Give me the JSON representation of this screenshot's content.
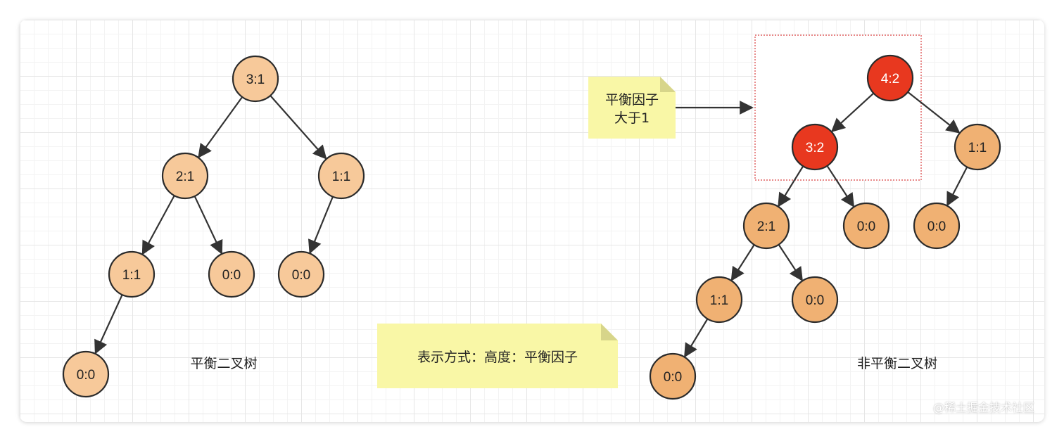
{
  "colors": {
    "node_light": "#f7c99a",
    "node_orange": "#f0b173",
    "node_red": "#e8381f",
    "note_bg": "#f9f7a6",
    "note_fold": "#d7d58a",
    "edge": "#333333",
    "highlight_border": "#d94040"
  },
  "trees": [
    {
      "id": "balanced",
      "caption": "平衡二叉树",
      "nodes": [
        {
          "id": "b_root",
          "label": "3:1",
          "style": "light"
        },
        {
          "id": "b_l",
          "label": "2:1",
          "style": "light"
        },
        {
          "id": "b_r",
          "label": "1:1",
          "style": "light"
        },
        {
          "id": "b_ll",
          "label": "1:1",
          "style": "light"
        },
        {
          "id": "b_lr",
          "label": "0:0",
          "style": "light"
        },
        {
          "id": "b_rl",
          "label": "0:0",
          "style": "light"
        },
        {
          "id": "b_lll",
          "label": "0:0",
          "style": "light"
        }
      ],
      "edges": [
        [
          "b_root",
          "b_l"
        ],
        [
          "b_root",
          "b_r"
        ],
        [
          "b_l",
          "b_ll"
        ],
        [
          "b_l",
          "b_lr"
        ],
        [
          "b_r",
          "b_rl"
        ],
        [
          "b_ll",
          "b_lll"
        ]
      ]
    },
    {
      "id": "unbalanced",
      "caption": "非平衡二叉树",
      "nodes": [
        {
          "id": "u_root",
          "label": "4:2",
          "style": "red"
        },
        {
          "id": "u_l",
          "label": "3:2",
          "style": "red"
        },
        {
          "id": "u_r",
          "label": "1:1",
          "style": "orange"
        },
        {
          "id": "u_ll",
          "label": "2:1",
          "style": "orange"
        },
        {
          "id": "u_lr",
          "label": "0:0",
          "style": "orange"
        },
        {
          "id": "u_rl",
          "label": "0:0",
          "style": "orange"
        },
        {
          "id": "u_lll",
          "label": "1:1",
          "style": "orange"
        },
        {
          "id": "u_llr",
          "label": "0:0",
          "style": "orange"
        },
        {
          "id": "u_llll",
          "label": "0:0",
          "style": "orange"
        }
      ],
      "edges": [
        [
          "u_root",
          "u_l"
        ],
        [
          "u_root",
          "u_r"
        ],
        [
          "u_l",
          "u_ll"
        ],
        [
          "u_l",
          "u_lr"
        ],
        [
          "u_r",
          "u_rl"
        ],
        [
          "u_ll",
          "u_lll"
        ],
        [
          "u_ll",
          "u_llr"
        ],
        [
          "u_lll",
          "u_llll"
        ]
      ]
    }
  ],
  "notes": [
    {
      "id": "factor_note",
      "lines": [
        "平衡因子",
        "大于1"
      ]
    },
    {
      "id": "format_note",
      "lines": [
        "表示方式：高度：平衡因子"
      ]
    }
  ],
  "watermark": "@稀土掘金技术社区"
}
